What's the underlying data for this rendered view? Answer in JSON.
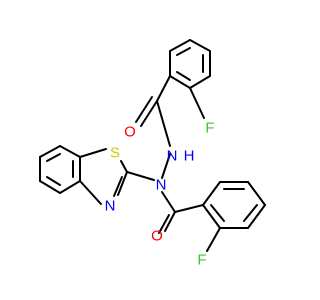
{
  "molecule": {
    "atoms": {
      "o_top": {
        "symbol": "O",
        "color": "#ff0000"
      },
      "f_top": {
        "symbol": "F",
        "color": "#33cc33"
      },
      "n_nh": {
        "symbol": "N",
        "color": "#0000ff"
      },
      "h_nh": {
        "symbol": "H",
        "color": "#0000ff"
      },
      "s_thiazole": {
        "symbol": "S",
        "color": "#cccc00"
      },
      "n_hydrazide": {
        "symbol": "N",
        "color": "#0000ff"
      },
      "n_thiazole": {
        "symbol": "N",
        "color": "#0000ff"
      },
      "o_bottom": {
        "symbol": "O",
        "color": "#ff0000"
      },
      "f_bottom": {
        "symbol": "F",
        "color": "#33cc33"
      }
    }
  }
}
